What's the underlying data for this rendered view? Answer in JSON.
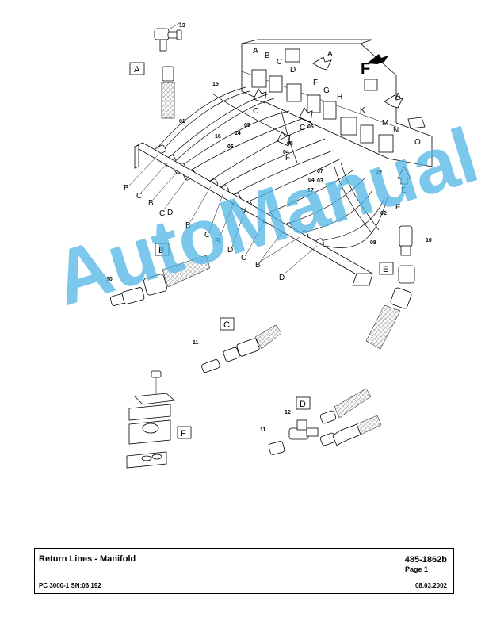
{
  "diagram": {
    "part_numbers": {
      "p13": "13",
      "p15": "15",
      "p01": "01",
      "p16": "16",
      "p14": "14",
      "p05a": "05",
      "p06": "06",
      "p05b": "05",
      "p05c": "05",
      "p04a": "04",
      "p07": "07",
      "p03": "03",
      "p04b": "04",
      "p17": "17",
      "p09": "09",
      "p02": "02",
      "p08": "08",
      "p10a": "10",
      "p10b": "10",
      "p11a": "11",
      "p11b": "11",
      "p12": "12"
    },
    "manifold_letters": {
      "A": "A",
      "B": "B",
      "C": "C",
      "D": "D",
      "E": "E",
      "F": "F",
      "G": "G",
      "H": "H",
      "K": "K",
      "M": "M",
      "N": "N",
      "O": "O"
    },
    "callout_letters": {
      "a1": "A",
      "a2": "A",
      "c1": "C",
      "c2": "C",
      "f1": "F",
      "f2": "F",
      "e1": "E",
      "d1": "D",
      "c3": "C"
    },
    "left_letters": {
      "b1": "B",
      "c1": "C",
      "b2": "B",
      "c2": "C",
      "d1": "D",
      "b3": "B",
      "c3": "C",
      "b4": "B",
      "d2": "D",
      "c4": "C",
      "b5": "B",
      "d3": "D"
    },
    "detail_labels": {
      "A": "A",
      "B": "B",
      "C": "C",
      "D": "D",
      "E": "E",
      "F": "F"
    },
    "direction_label": "F"
  },
  "watermark": "AutoManual",
  "title_block": {
    "title": "Return Lines - Manifold",
    "doc_number": "485-1862b",
    "page": "Page 1",
    "model": "PC 3000-1 SN:06 192",
    "date": "08.03.2002"
  }
}
